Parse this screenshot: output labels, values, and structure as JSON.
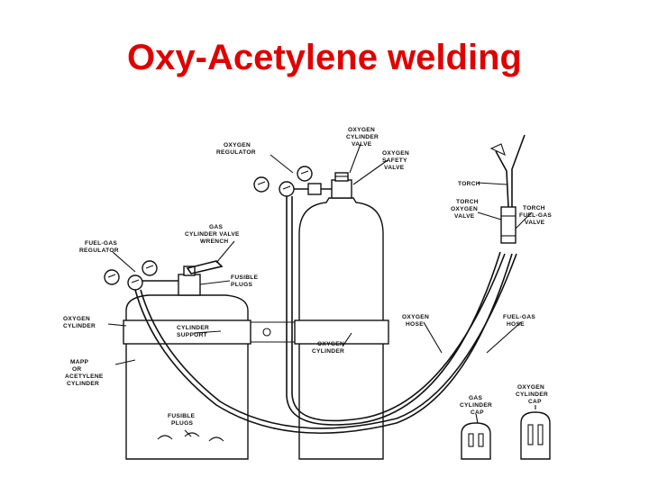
{
  "title": "Oxy-Acetylene welding",
  "title_color": "#e00000",
  "labels": {
    "oxygen_cylinder_valve": [
      "OXYGEN",
      "CYLINDER",
      "VALVE"
    ],
    "oxygen_regulator": [
      "OXYGEN",
      "REGULATOR"
    ],
    "oxygen_safety_valve": [
      "OXYGEN",
      "SAFETY",
      "VALVE"
    ],
    "torch": [
      "TORCH"
    ],
    "torch_oxygen_valve": [
      "TORCH",
      "OXYGEN",
      "VALVE"
    ],
    "torch_fuel_gas_valve": [
      "TORCH",
      "FUEL-GAS",
      "VALVE"
    ],
    "gas_cylinder_valve_wrench": [
      "GAS",
      "CYLINDER VALVE",
      "WRENCH"
    ],
    "fuel_gas_regulator": [
      "FUEL-GAS",
      "REGULATOR"
    ],
    "fusible_plugs_top": [
      "FUSIBLE",
      "PLUGS"
    ],
    "oxygen_cylinder_left": [
      "OXYGEN",
      "CYLINDER"
    ],
    "cylinder_support": [
      "CYLINDER",
      "SUPPORT"
    ],
    "oxygen_hose": [
      "OXYGEN",
      "HOSE"
    ],
    "fuel_gas_hose": [
      "FUEL-GAS",
      "HOSE"
    ],
    "oxygen_cylinder_center": [
      "OXYGEN",
      "CYLINDER"
    ],
    "mapp_or_acetylene_cylinder": [
      "MAPP",
      "OR",
      "ACETYLENE",
      "CYLINDER"
    ],
    "gas_cylinder_cap": [
      "GAS",
      "CYLINDER",
      "CAP"
    ],
    "oxygen_cylinder_cap": [
      "OXYGEN",
      "CYLINDER",
      "CAP"
    ],
    "fusible_plugs_bottom": [
      "FUSIBLE",
      "PLUGS"
    ]
  }
}
